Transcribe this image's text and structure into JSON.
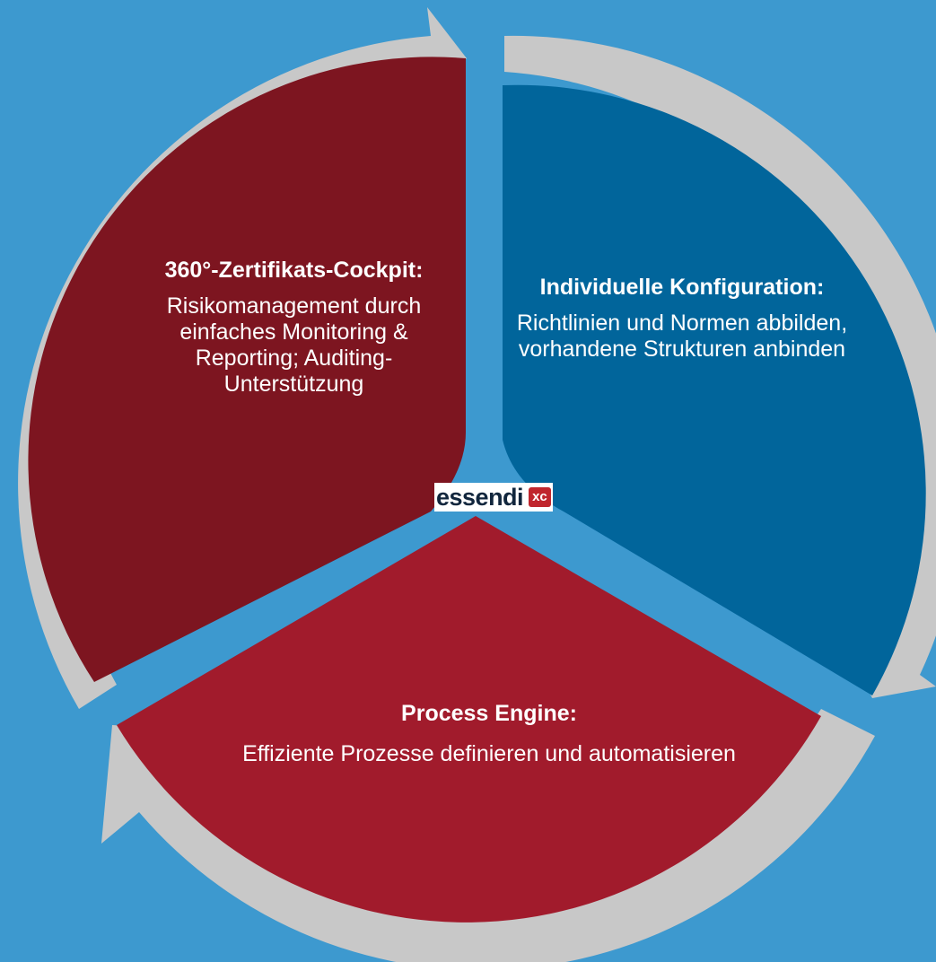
{
  "colors": {
    "background": "#3d99cf",
    "arrow_ring": "#c8c8c8",
    "segment_left": "#7d1520",
    "segment_right": "#01659b",
    "segment_bottom": "#a11b2c",
    "text": "#ffffff"
  },
  "segments": {
    "left": {
      "title": "360°-Zertifikats-Cockpit:",
      "body": "Risikomanagement durch einfaches Monitoring & Reporting; Auditing-Unterstützung"
    },
    "right": {
      "title": "Individuelle Konfiguration:",
      "body": "Richtlinien und Normen abbilden, vorhandene Strukturen anbinden"
    },
    "bottom": {
      "title": "Process Engine:",
      "body": "Effiziente Prozesse definieren und automatisieren"
    }
  },
  "logo": {
    "wordmark": "essendi",
    "badge": "xc"
  }
}
